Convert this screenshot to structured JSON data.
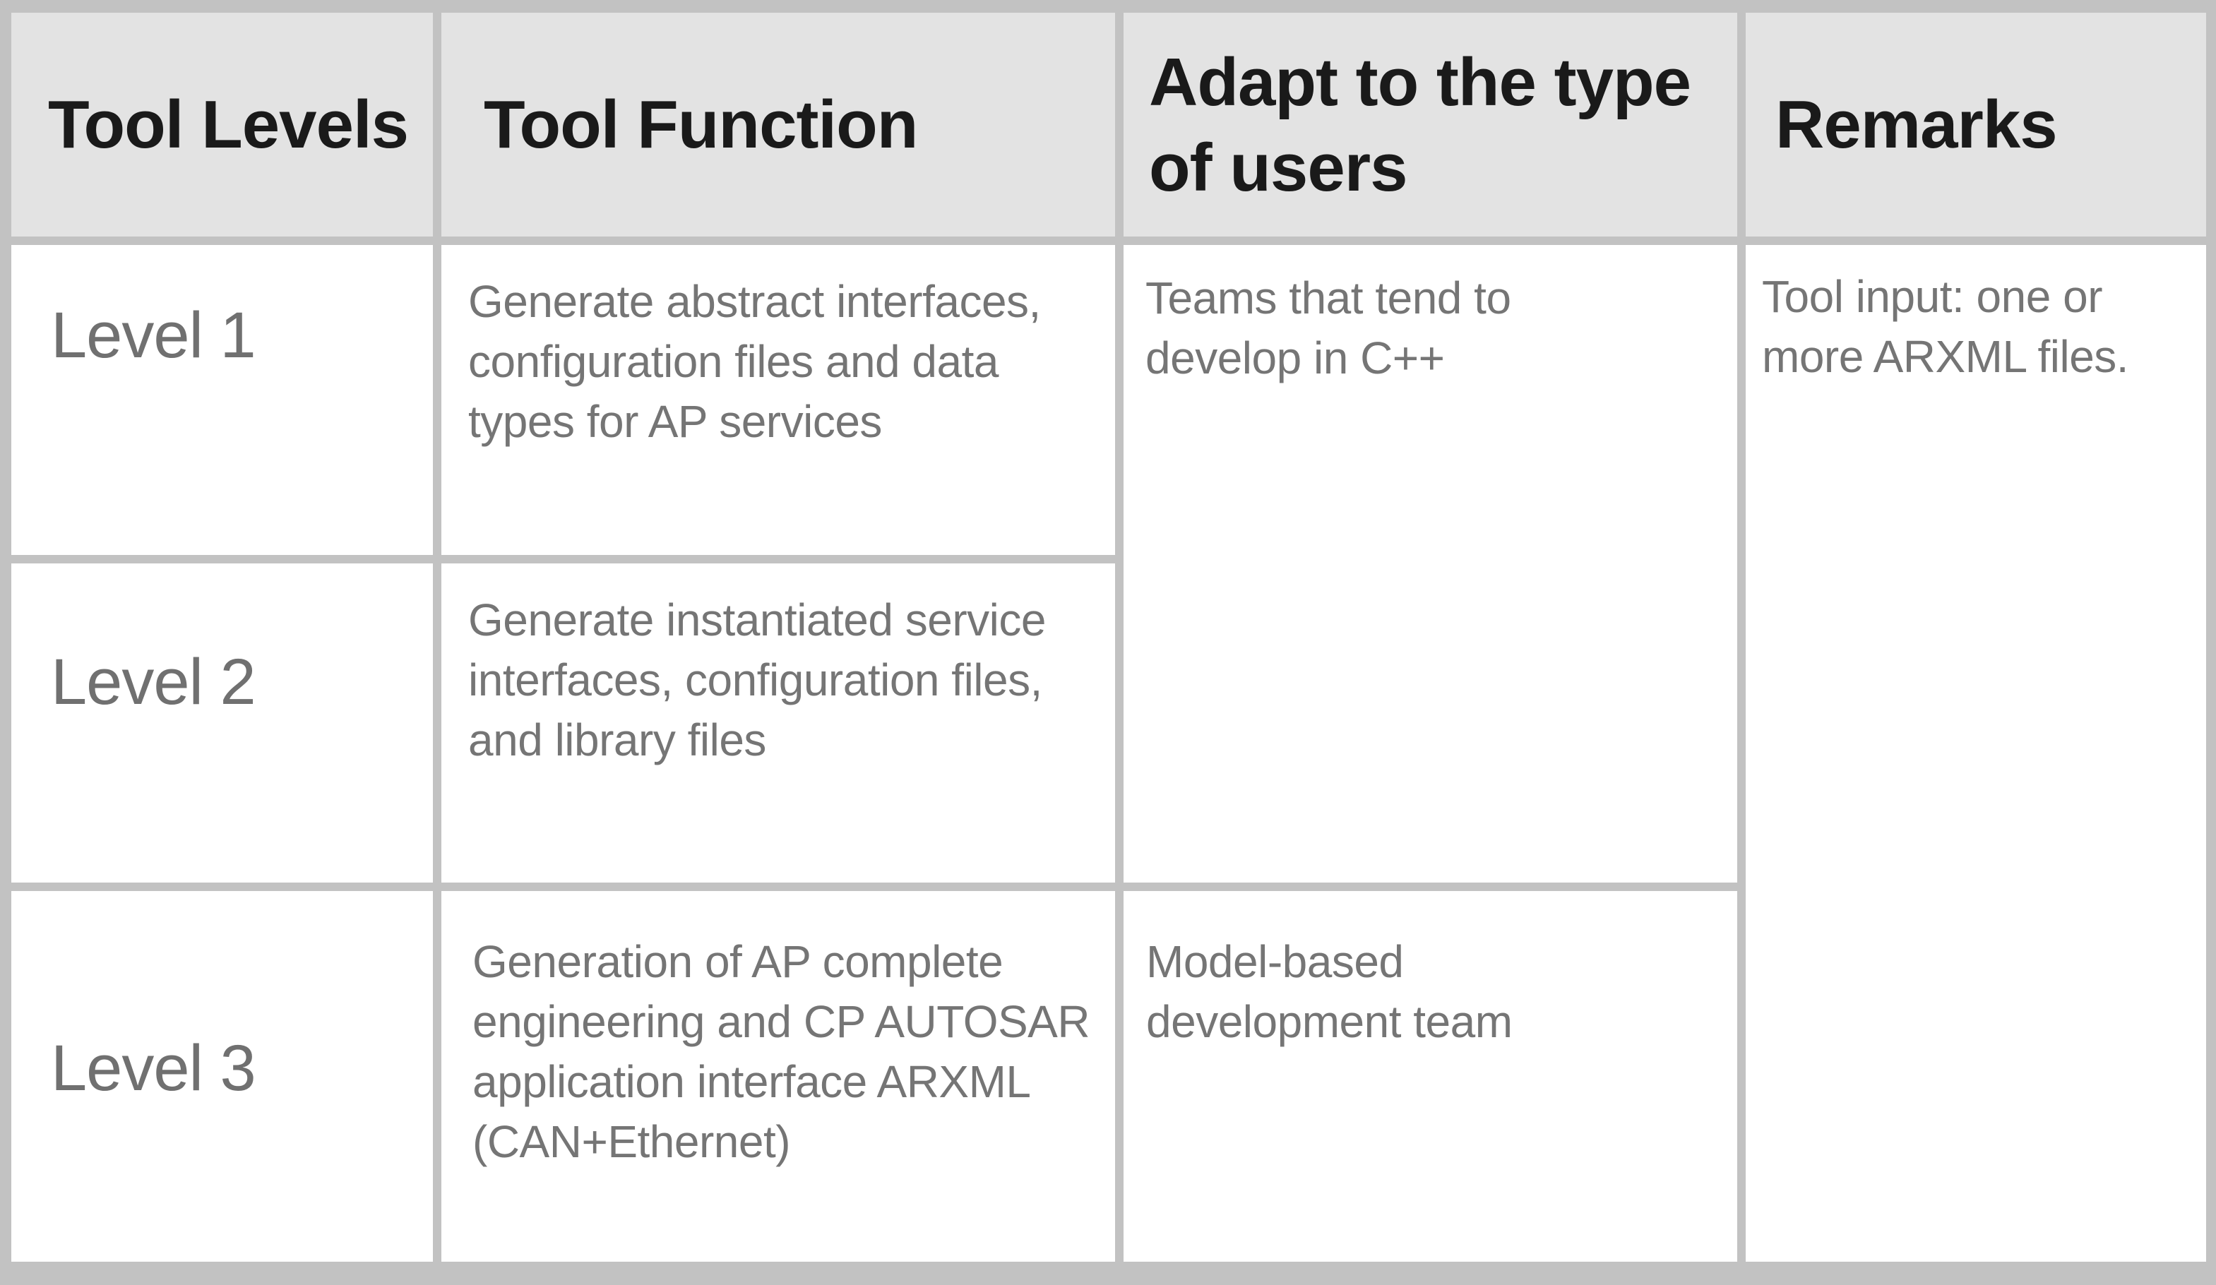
{
  "colors": {
    "border": "#c2c2c2",
    "header-bg": "#e3e3e3",
    "header-text": "#1a1a1a",
    "level-text": "#707070",
    "body-text": "#757575",
    "cell-bg": "#ffffff"
  },
  "table": {
    "headers": [
      {
        "label": "Tool Levels"
      },
      {
        "label": "Tool Function"
      },
      {
        "label": "Adapt to the type\nof users"
      },
      {
        "label": "Remarks"
      }
    ],
    "levels": [
      {
        "name": "Level 1",
        "function": "Generate abstract interfaces,\nconfiguration files and data\ntypes for AP services"
      },
      {
        "name": "Level 2",
        "function": "Generate instantiated service\ninterfaces, configuration files,\nand library files"
      },
      {
        "name": "Level 3",
        "function": "Generation of AP complete\nengineering and CP AUTOSAR\napplication interface ARXML\n(CAN+Ethernet)"
      }
    ],
    "user_types": [
      {
        "label": "Teams that tend to\ndevelop in C++"
      },
      {
        "label": "Model-based\ndevelopment team"
      }
    ],
    "remarks": "Tool input: one or\nmore ARXML files."
  }
}
